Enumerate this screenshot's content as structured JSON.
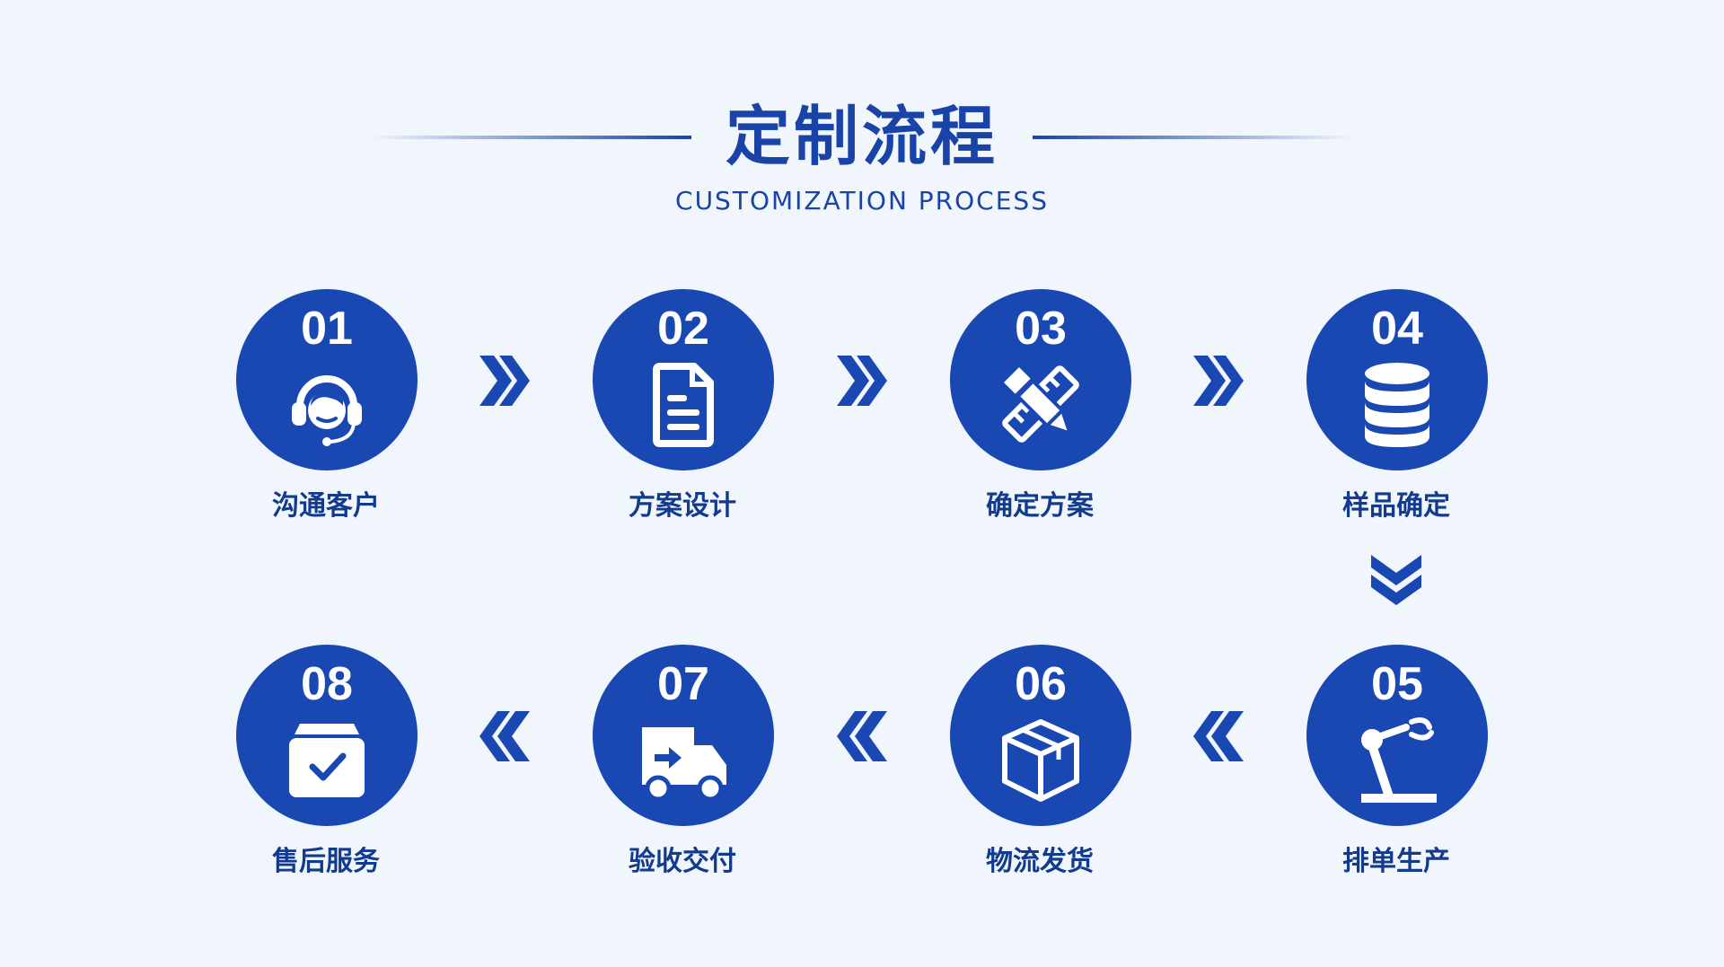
{
  "header": {
    "title": "定制流程",
    "subtitle": "CUSTOMIZATION PROCESS"
  },
  "colors": {
    "background": "#f1f6fd",
    "primary": "#1a48b3",
    "label": "#123a8d"
  },
  "steps": [
    {
      "number": "01",
      "label": "沟通客户",
      "icon": "customer-service-icon"
    },
    {
      "number": "02",
      "label": "方案设计",
      "icon": "document-icon"
    },
    {
      "number": "03",
      "label": "确定方案",
      "icon": "pencil-ruler-icon"
    },
    {
      "number": "04",
      "label": "样品确定",
      "icon": "database-stack-icon"
    },
    {
      "number": "05",
      "label": "排单生产",
      "icon": "robot-arm-icon"
    },
    {
      "number": "06",
      "label": "物流发货",
      "icon": "package-box-icon"
    },
    {
      "number": "07",
      "label": "验收交付",
      "icon": "delivery-truck-icon"
    },
    {
      "number": "08",
      "label": "售后服务",
      "icon": "checked-box-icon"
    }
  ]
}
